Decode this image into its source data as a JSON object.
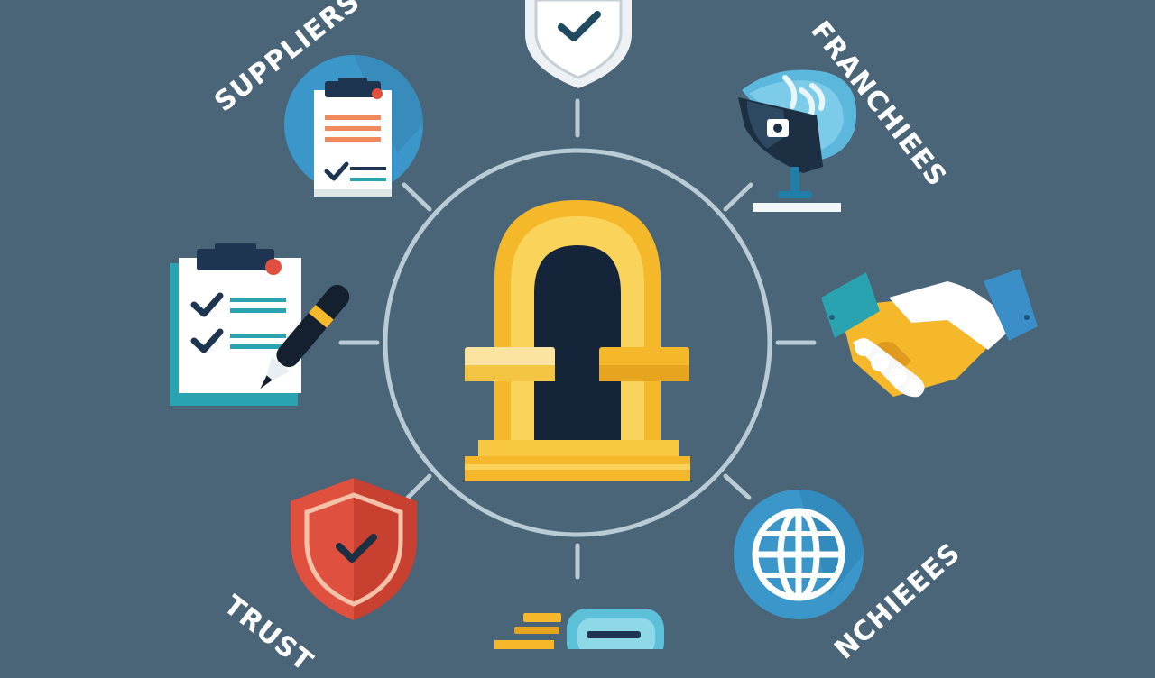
{
  "labels": {
    "suppliers": "SUPPLIERS",
    "franchisees_top": "FRANCHIEES",
    "trust": "TRUST",
    "franchisees_bottom": "NCHIEEES"
  },
  "icons": [
    "shield-check-icon",
    "clipboard-checklist-icon",
    "satellite-dish-icon",
    "checklist-pen-icon",
    "handshake-icon",
    "red-shield-check-icon",
    "globe-icon",
    "chat-bubble-icon",
    "gateway-arch-icon"
  ],
  "colors": {
    "background": "#4a6478",
    "ring": "#b9ccd6",
    "gold": "#f4b82a",
    "gold_light": "#fad35a",
    "door_dark": "#14253a",
    "teal": "#2aa3b0",
    "blue_circle": "#3b97c9",
    "red": "#e0503f"
  }
}
